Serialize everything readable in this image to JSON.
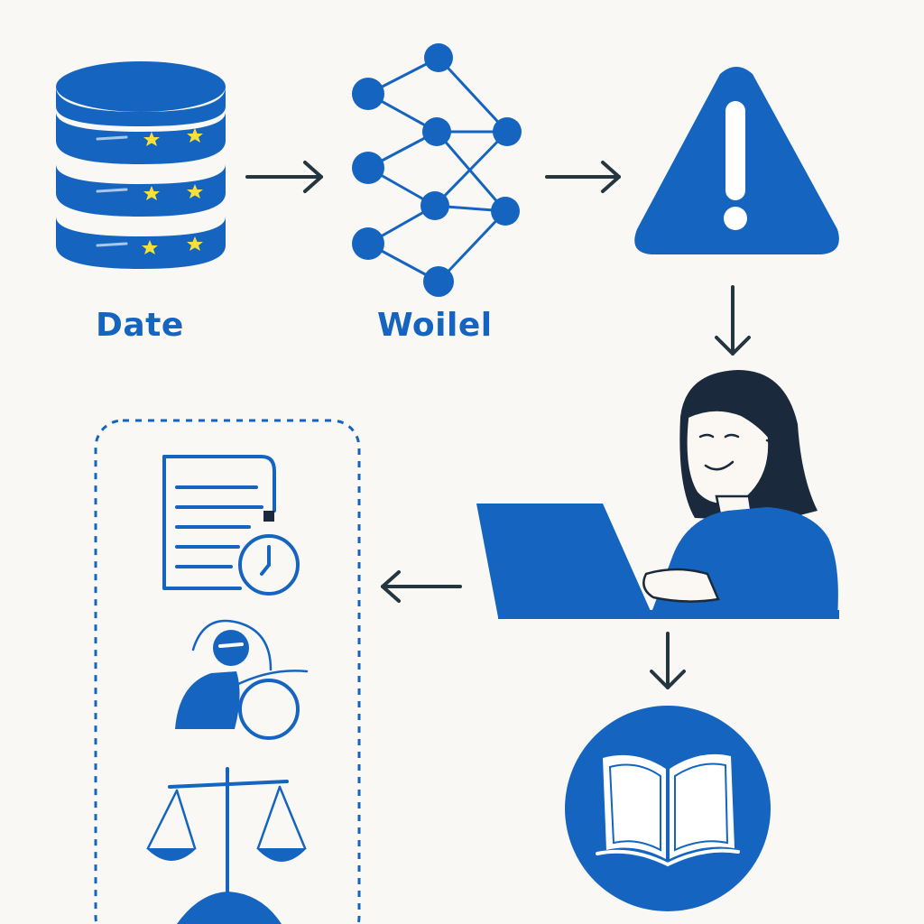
{
  "colors": {
    "background": "#faf8f4",
    "primary_blue": "#1565c0",
    "dark_navy": "#1a2a3c",
    "arrow": "#243640",
    "star_yellow": "#f5e03a",
    "white": "#ffffff"
  },
  "labels": {
    "data": "Date",
    "model": "Woilel"
  },
  "nodes": [
    {
      "id": "database",
      "icon": "database-icon"
    },
    {
      "id": "model",
      "icon": "neural-network-icon"
    },
    {
      "id": "alert",
      "icon": "warning-icon"
    },
    {
      "id": "human-reviewer",
      "icon": "person-laptop-icon"
    },
    {
      "id": "documentation",
      "icon": "open-book-icon"
    },
    {
      "id": "governance-group",
      "icon": "dashed-group-box",
      "items": [
        "document-clock-icon",
        "person-circle-icon",
        "balance-scale-icon"
      ]
    }
  ],
  "edges": [
    {
      "from": "database",
      "to": "model"
    },
    {
      "from": "model",
      "to": "alert"
    },
    {
      "from": "alert",
      "to": "human-reviewer"
    },
    {
      "from": "human-reviewer",
      "to": "governance-group"
    },
    {
      "from": "human-reviewer",
      "to": "documentation"
    }
  ]
}
